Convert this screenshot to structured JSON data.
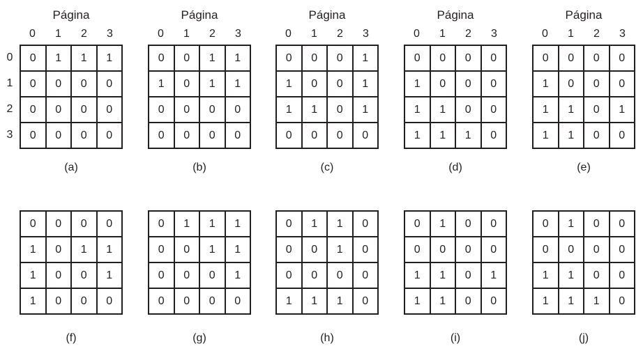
{
  "header_label": "Página",
  "column_labels": [
    "0",
    "1",
    "2",
    "3"
  ],
  "row_labels": [
    "0",
    "1",
    "2",
    "3"
  ],
  "matrices": [
    {
      "caption": "(a)",
      "rows": [
        [
          "0",
          "1",
          "1",
          "1"
        ],
        [
          "0",
          "0",
          "0",
          "0"
        ],
        [
          "0",
          "0",
          "0",
          "0"
        ],
        [
          "0",
          "0",
          "0",
          "0"
        ]
      ]
    },
    {
      "caption": "(b)",
      "rows": [
        [
          "0",
          "0",
          "1",
          "1"
        ],
        [
          "1",
          "0",
          "1",
          "1"
        ],
        [
          "0",
          "0",
          "0",
          "0"
        ],
        [
          "0",
          "0",
          "0",
          "0"
        ]
      ]
    },
    {
      "caption": "(c)",
      "rows": [
        [
          "0",
          "0",
          "0",
          "1"
        ],
        [
          "1",
          "0",
          "0",
          "1"
        ],
        [
          "1",
          "1",
          "0",
          "1"
        ],
        [
          "0",
          "0",
          "0",
          "0"
        ]
      ]
    },
    {
      "caption": "(d)",
      "rows": [
        [
          "0",
          "0",
          "0",
          "0"
        ],
        [
          "1",
          "0",
          "0",
          "0"
        ],
        [
          "1",
          "1",
          "0",
          "0"
        ],
        [
          "1",
          "1",
          "1",
          "0"
        ]
      ]
    },
    {
      "caption": "(e)",
      "rows": [
        [
          "0",
          "0",
          "0",
          "0"
        ],
        [
          "1",
          "0",
          "0",
          "0"
        ],
        [
          "1",
          "1",
          "0",
          "1"
        ],
        [
          "1",
          "1",
          "0",
          "0"
        ]
      ]
    },
    {
      "caption": "(f)",
      "rows": [
        [
          "0",
          "0",
          "0",
          "0"
        ],
        [
          "1",
          "0",
          "1",
          "1"
        ],
        [
          "1",
          "0",
          "0",
          "1"
        ],
        [
          "1",
          "0",
          "0",
          "0"
        ]
      ]
    },
    {
      "caption": "(g)",
      "rows": [
        [
          "0",
          "1",
          "1",
          "1"
        ],
        [
          "0",
          "0",
          "1",
          "1"
        ],
        [
          "0",
          "0",
          "0",
          "1"
        ],
        [
          "0",
          "0",
          "0",
          "0"
        ]
      ]
    },
    {
      "caption": "(h)",
      "rows": [
        [
          "0",
          "1",
          "1",
          "0"
        ],
        [
          "0",
          "0",
          "1",
          "0"
        ],
        [
          "0",
          "0",
          "0",
          "0"
        ],
        [
          "1",
          "1",
          "1",
          "0"
        ]
      ]
    },
    {
      "caption": "(i)",
      "rows": [
        [
          "0",
          "1",
          "0",
          "0"
        ],
        [
          "0",
          "0",
          "0",
          "0"
        ],
        [
          "1",
          "1",
          "0",
          "1"
        ],
        [
          "1",
          "1",
          "0",
          "0"
        ]
      ]
    },
    {
      "caption": "(j)",
      "rows": [
        [
          "0",
          "1",
          "0",
          "0"
        ],
        [
          "0",
          "0",
          "0",
          "0"
        ],
        [
          "1",
          "1",
          "0",
          "0"
        ],
        [
          "1",
          "1",
          "1",
          "0"
        ]
      ]
    }
  ]
}
